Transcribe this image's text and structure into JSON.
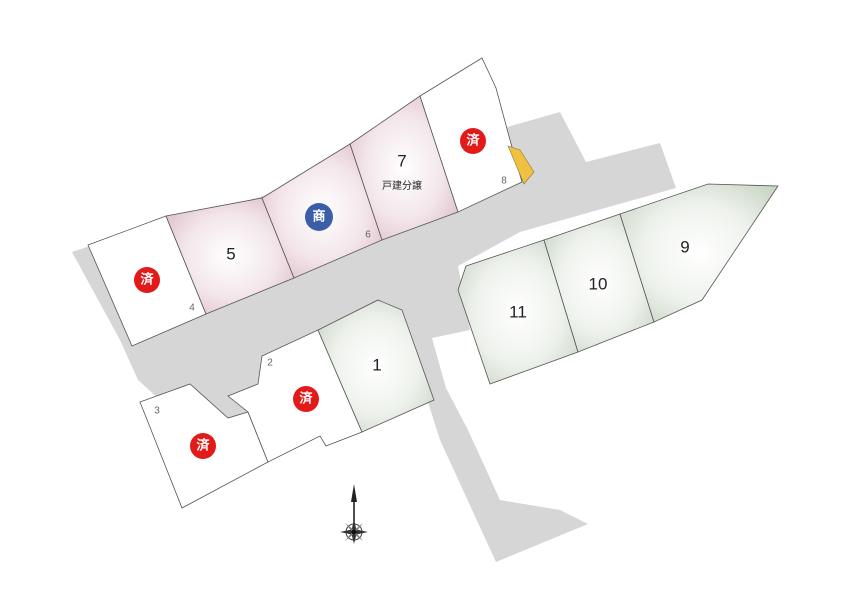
{
  "colors": {
    "sold": "#e21a1a",
    "commercial": "#3a5fa8",
    "road": "#d6d6d6",
    "green_lot": "#dfe6dc",
    "pink_lot": "#e9d2d8",
    "white_lot": "#ffffff",
    "marker": "#f0c040"
  },
  "lots": {
    "l1": {
      "number": "1"
    },
    "l2": {
      "number": "2",
      "badge": "済"
    },
    "l3": {
      "number": "3",
      "badge": "済"
    },
    "l4": {
      "number": "4",
      "badge": "済"
    },
    "l5": {
      "number": "5"
    },
    "l6": {
      "number": "6",
      "badge": "商"
    },
    "l7": {
      "number": "7",
      "note": "戸建分譲"
    },
    "l8": {
      "number": "8",
      "badge": "済"
    },
    "l9": {
      "number": "9"
    },
    "l10": {
      "number": "10"
    },
    "l11": {
      "number": "11"
    }
  },
  "compass": {
    "icon": "north-arrow-icon"
  }
}
